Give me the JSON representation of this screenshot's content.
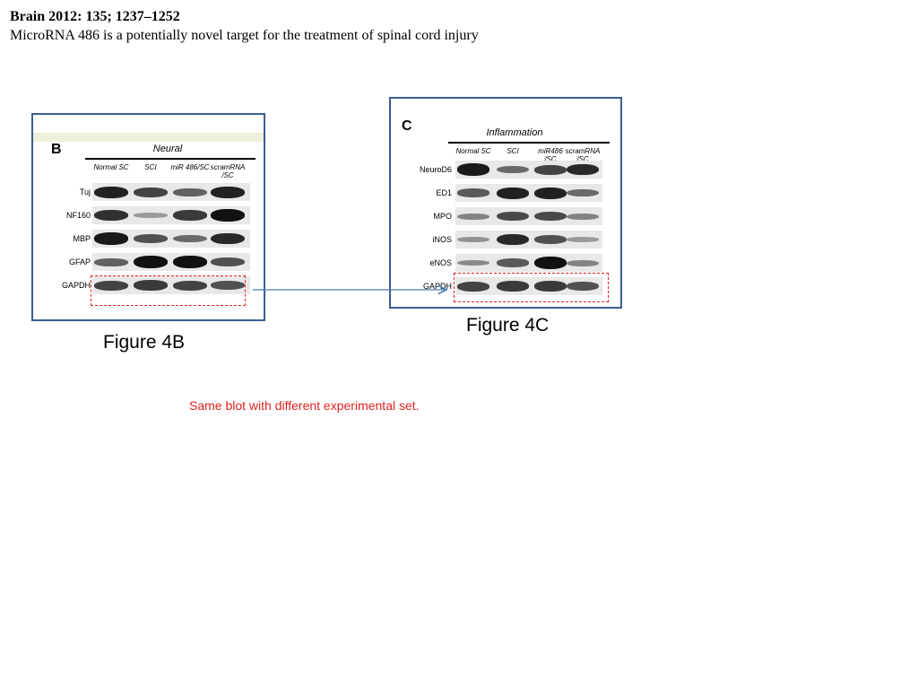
{
  "header": {
    "citation": "Brain 2012: 135; 1237–1252",
    "title": "MicroRNA 486 is a potentially novel target for the treatment of spinal cord injury"
  },
  "figure_b": {
    "letter": "B",
    "group_title": "Neural",
    "lanes": [
      "Normal SC",
      "SCI",
      "miR 486/SC",
      "scramRNA\n/SC"
    ],
    "rows": [
      "Tuj",
      "NF160",
      "MBP",
      "GFAP",
      "GAPDH"
    ],
    "caption": "Figure 4B"
  },
  "figure_c": {
    "letter": "C",
    "group_title": "Inflammation",
    "lanes": [
      "Normal SC",
      "SCI",
      "miR486\n/SC",
      "scramRNA\n/SC"
    ],
    "rows": [
      "NeuroD6",
      "ED1",
      "MPO",
      "iNOS",
      "eNOS",
      "GAPDH"
    ],
    "caption": "Figure 4C"
  },
  "note": "Same blot with different experimental set.",
  "colors": {
    "frame": "#3a5f8f",
    "highlight": "#e0231f",
    "connector": "#4a7ab5"
  }
}
